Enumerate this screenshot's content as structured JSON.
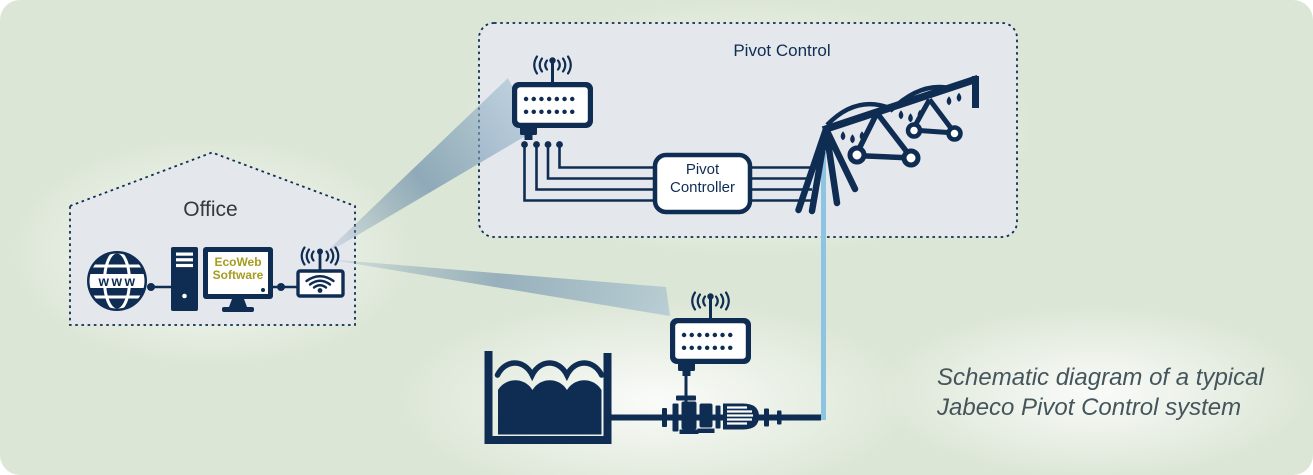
{
  "colors": {
    "navy": "#0f2d52",
    "bg": "#dce6d6",
    "panel": "#e4e8ed",
    "riser": "#8dc4e2",
    "gold": "#a59c20",
    "ink": "#33393c",
    "caption": "#45555c"
  },
  "office": {
    "label": "Office",
    "globe_label": "www",
    "monitor_line1": "EcoWeb",
    "monitor_line2": "Software"
  },
  "pivot_panel": {
    "label": "Pivot Control",
    "controller_line1": "Pivot",
    "controller_line2": "Controller"
  },
  "caption": {
    "line1": "Schematic diagram of a typical",
    "line2": "Jabeco Pivot Control system"
  }
}
